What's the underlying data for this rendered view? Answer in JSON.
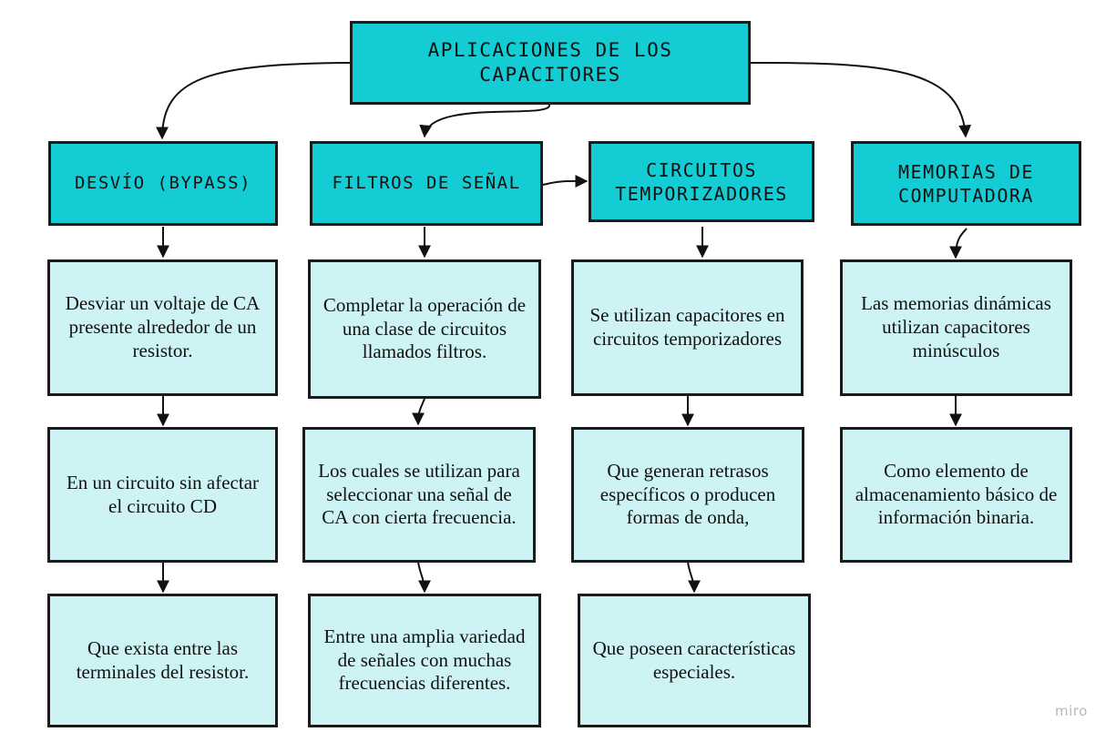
{
  "root": {
    "label": "APLICACIONES DE LOS CAPACITORES"
  },
  "branches": [
    {
      "title": "desvío (bypass)",
      "items": [
        "Desviar un voltaje de CA presente alrededor de un resistor.",
        "En un circuito sin afectar el circuito CD",
        "Que exista entre las terminales del resistor."
      ]
    },
    {
      "title": "filtros de señal",
      "items": [
        "Completar la operación de una clase de circuitos llamados filtros.",
        "Los cuales se utilizan para seleccionar una señal de CA con cierta frecuencia.",
        "Entre una amplia variedad de señales con muchas frecuencias diferentes."
      ]
    },
    {
      "title": "Circuitos temporizadores",
      "items": [
        "Se utilizan capacitores en circuitos temporizadores",
        "Que generan retrasos específicos o producen formas de onda,",
        "Que poseen características especiales."
      ]
    },
    {
      "title": "MEMORIAS DE COMPUTADORA",
      "items": [
        "Las memorias dinámicas utilizan capacitores minúsculos",
        "Como elemento de almacenamiento básico de información binaria."
      ]
    }
  ],
  "watermark": "miro"
}
